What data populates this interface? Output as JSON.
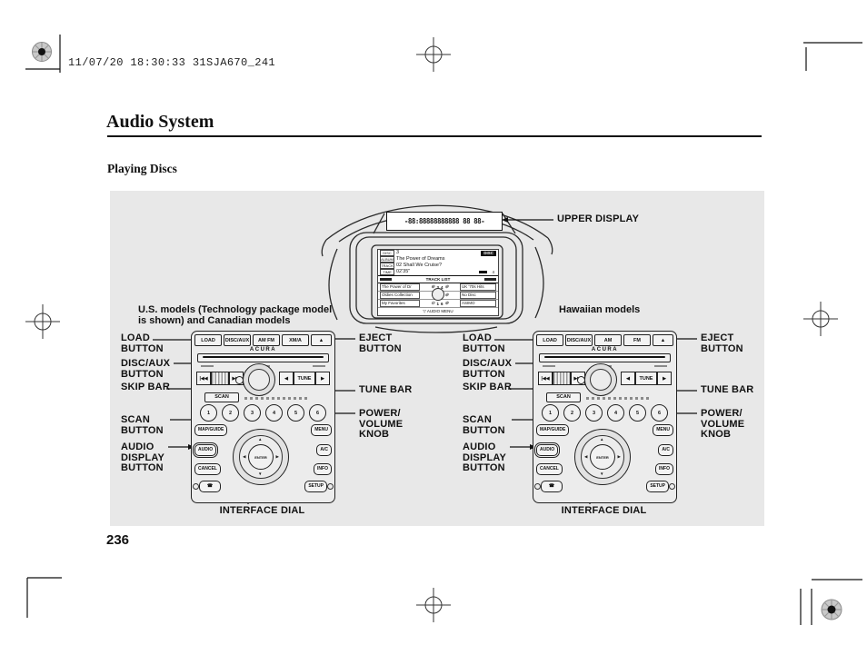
{
  "page": {
    "meta": "11/07/20 18:30:33 31SJA670_241",
    "title": "Audio System",
    "heading": "Playing Discs",
    "page_number": "236"
  },
  "figure": {
    "upper_display_label": "UPPER DISPLAY",
    "segment_text": "-88:88888888888 88 88-",
    "captions": {
      "us": "U.S. models (Technology package model is shown) and Canadian models",
      "hawaii": "Hawaiian models"
    },
    "callouts": {
      "load": "LOAD BUTTON",
      "disc_aux": "DISC/AUX BUTTON",
      "skip": "SKIP BAR",
      "scan": "SCAN BUTTON",
      "audio_display": "AUDIO DISPLAY BUTTON",
      "eject": "EJECT BUTTON",
      "tune": "TUNE BAR",
      "power": "POWER/ VOLUME KNOB",
      "interface": "INTERFACE DIAL"
    },
    "screen": {
      "disc_tag": "DISC",
      "disc_no": "3",
      "album_tag": "ALBUM",
      "album": "The Power of Dreams",
      "track_tag": "TRACK",
      "track": "02  Shall We Cruise?",
      "time_tag": "TIME",
      "time": "02'35\"",
      "badge": "DISC",
      "vol_no": "4",
      "menu": "TRACK LIST",
      "rows": [
        {
          "left": "The Power of Dr",
          "licon": "⊕",
          "ln": "3",
          "rn": "4",
          "ricon": "⊕",
          "right": "UK '70s Hits"
        },
        {
          "left": "Oldies Collection",
          "licon": "⊖",
          "ln": "2",
          "rn": "5",
          "ricon": "⊕",
          "right": "No Disc"
        },
        {
          "left": "My Favorites",
          "licon": "⊖",
          "ln": "1",
          "rn": "6",
          "ricon": "⊕",
          "right": "ASIMO"
        }
      ],
      "footer_icon": "▽",
      "footer": "AUDIO MENU"
    }
  },
  "panels": [
    {
      "id": "us",
      "top_buttons": [
        "LOAD",
        "DISC/AUX",
        "AM FM",
        "XM/A",
        "▲"
      ]
    },
    {
      "id": "hawaii",
      "top_buttons": [
        "LOAD",
        "DISC/AUX",
        "AM",
        "FM",
        "▲"
      ]
    }
  ],
  "panel_common": {
    "brand": "ACURA",
    "skip_prev": "|◀◀",
    "skip_next": "▶▶|",
    "tune_prev": "◀",
    "tune_label": "TUNE",
    "tune_next": "▶",
    "vol": "VOL",
    "scan": "SCAN",
    "presets": [
      "1",
      "2",
      "3",
      "4",
      "5",
      "6"
    ],
    "map": "MAP/GUIDE",
    "menu": "MENU",
    "audio": "AUDIO",
    "ac": "A/C",
    "cancel": "CANCEL",
    "info": "INFO",
    "phone_icon": "☎",
    "setup": "SETUP",
    "enter": "ENTER",
    "dial_arrows": [
      "▲",
      "▼",
      "◀",
      "▶"
    ]
  }
}
